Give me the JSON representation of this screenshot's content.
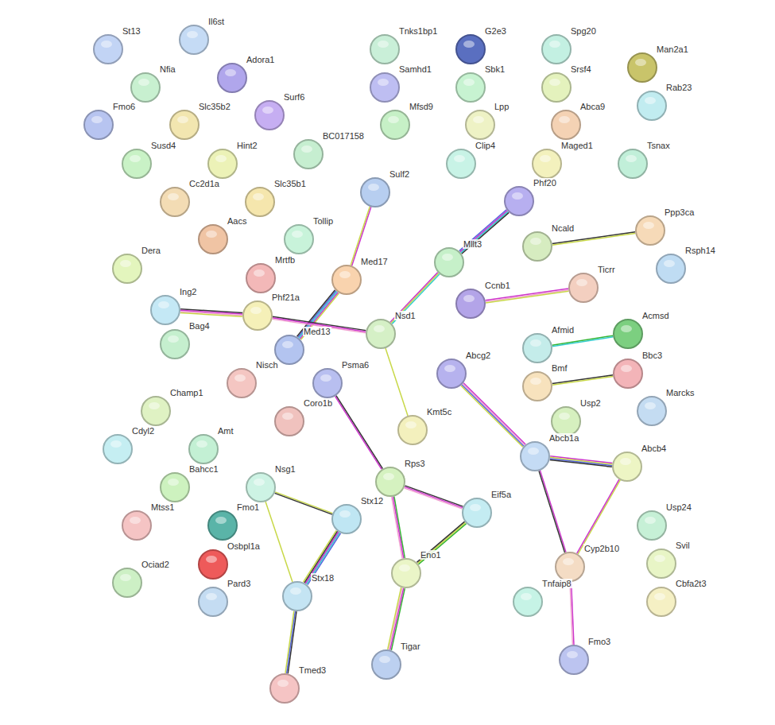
{
  "diagram": {
    "nodes": [
      {
        "text": [
          "St13"
        ]
      },
      {
        "text": [
          "Il6st"
        ]
      },
      {
        "text": [
          "Nfia"
        ]
      },
      {
        "text": [
          "Adora1"
        ]
      },
      {
        "text": [
          "Fmo6"
        ]
      },
      {
        "text": [
          "Slc35b2"
        ]
      },
      {
        "text": [
          "Surf6"
        ]
      },
      {
        "text": [
          "Susd4"
        ]
      },
      {
        "text": [
          "Hint2"
        ]
      },
      {
        "text": [
          "BC017158"
        ]
      },
      {
        "text": [
          "Cc2d1a"
        ]
      },
      {
        "text": [
          "Slc35b1"
        ]
      },
      {
        "text": [
          "Aacs"
        ]
      },
      {
        "text": [
          "Tollip"
        ]
      },
      {
        "text": [
          "Dera"
        ]
      },
      {
        "text": [
          "Mrtfb"
        ]
      },
      {
        "text": [
          "Med17"
        ]
      },
      {
        "text": [
          "Sulf2"
        ]
      },
      {
        "text": [
          "Tnks1bp1"
        ]
      },
      {
        "text": [
          "Samhd1"
        ]
      },
      {
        "text": [
          "Mfsd9"
        ]
      },
      {
        "text": [
          "G2e3"
        ]
      },
      {
        "text": [
          "Sbk1"
        ]
      },
      {
        "text": [
          "Lpp"
        ]
      },
      {
        "text": [
          "Clip4"
        ]
      },
      {
        "text": [
          "Spg20"
        ]
      },
      {
        "text": [
          "Srsf4"
        ]
      },
      {
        "text": [
          "Abca9"
        ]
      },
      {
        "text": [
          "Maged1"
        ]
      },
      {
        "text": [
          "Man2a1"
        ]
      },
      {
        "text": [
          "Rab23"
        ]
      },
      {
        "text": [
          "Tsnax"
        ]
      },
      {
        "text": [
          "Phf20"
        ]
      },
      {
        "text": [
          "Mllt3"
        ]
      },
      {
        "text": [
          "Ppp3ca"
        ]
      },
      {
        "text": [
          "Ncald"
        ]
      },
      {
        "text": [
          "Rsph14"
        ]
      },
      {
        "text": [
          "Ccnb1"
        ]
      },
      {
        "text": [
          "Ticrr"
        ]
      },
      {
        "text": [
          "Ing2"
        ]
      },
      {
        "text": [
          "Phf21a"
        ]
      },
      {
        "text": [
          "Nsd1"
        ]
      },
      {
        "text": [
          "Med13"
        ]
      },
      {
        "text": [
          "Afmid"
        ]
      },
      {
        "text": [
          "Acmsd"
        ]
      },
      {
        "text": [
          "Bag4"
        ]
      },
      {
        "text": [
          "Nisch"
        ]
      },
      {
        "text": [
          "Psma6"
        ]
      },
      {
        "text": [
          "Abcg2"
        ]
      },
      {
        "text": [
          "Bmf"
        ]
      },
      {
        "text": [
          "Bbc3"
        ]
      },
      {
        "text": [
          "Marcks"
        ]
      },
      {
        "text": [
          "Coro1b"
        ]
      },
      {
        "text": [
          "Kmt5c"
        ]
      },
      {
        "text": [
          "Usp2"
        ]
      },
      {
        "text": [
          "Champ1"
        ]
      },
      {
        "text": [
          "Cdyl2"
        ]
      },
      {
        "text": [
          "Amt"
        ]
      },
      {
        "text": [
          "Abcb1a"
        ]
      },
      {
        "text": [
          "Abcb4"
        ]
      },
      {
        "text": [
          "Rps3"
        ]
      },
      {
        "text": [
          "Bahcc1"
        ]
      },
      {
        "text": [
          "Nsg1"
        ]
      },
      {
        "text": [
          "Eif5a"
        ]
      },
      {
        "text": [
          "Stx12"
        ]
      },
      {
        "text": [
          "Mtss1"
        ]
      },
      {
        "text": [
          "Fmo1"
        ]
      },
      {
        "text": [
          "Usp24"
        ]
      },
      {
        "text": [
          "Osbpl1a"
        ]
      },
      {
        "text": [
          "Ociad2"
        ]
      },
      {
        "text": [
          "Eno1"
        ]
      },
      {
        "text": [
          "Cyp2b10"
        ]
      },
      {
        "text": [
          "Svil"
        ]
      },
      {
        "text": [
          "Pard3"
        ]
      },
      {
        "text": [
          "Stx18"
        ]
      },
      {
        "text": [
          "Tnfaip8"
        ]
      },
      {
        "text": [
          "Cbfa2t3"
        ]
      },
      {
        "text": [
          "Tigar"
        ]
      },
      {
        "text": [
          "Fmo3"
        ]
      },
      {
        "text": [
          "Tmed3"
        ]
      }
    ],
    "edges": [
      {
        "from": 17,
        "to": 16,
        "arrow": "none"
      },
      {
        "from": 16,
        "to": 42,
        "arrow": "none"
      },
      {
        "from": 39,
        "to": 40,
        "arrow": "none"
      },
      {
        "from": 40,
        "to": 41,
        "arrow": "none"
      },
      {
        "from": 41,
        "to": 33,
        "arrow": "none"
      },
      {
        "from": 33,
        "to": 32,
        "arrow": "none"
      },
      {
        "from": 41,
        "to": 53,
        "arrow": "none"
      },
      {
        "from": 35,
        "to": 34,
        "arrow": "none"
      },
      {
        "from": 37,
        "to": 38,
        "arrow": "none"
      },
      {
        "from": 43,
        "to": 44,
        "arrow": "none"
      },
      {
        "from": 49,
        "to": 50,
        "arrow": "none"
      },
      {
        "from": 48,
        "to": 58,
        "arrow": "none"
      },
      {
        "from": 58,
        "to": 59,
        "arrow": "none"
      },
      {
        "from": 58,
        "to": 71,
        "arrow": "none"
      },
      {
        "from": 59,
        "to": 71,
        "arrow": "none"
      },
      {
        "from": 71,
        "to": 78,
        "arrow": "none"
      },
      {
        "from": 47,
        "to": 60,
        "arrow": "none"
      },
      {
        "from": 60,
        "to": 63,
        "arrow": "none"
      },
      {
        "from": 60,
        "to": 70,
        "arrow": "none"
      },
      {
        "from": 63,
        "to": 70,
        "arrow": "none"
      },
      {
        "from": 70,
        "to": 77,
        "arrow": "none"
      },
      {
        "from": 62,
        "to": 64,
        "arrow": "none"
      },
      {
        "from": 62,
        "to": 74,
        "arrow": "none"
      },
      {
        "from": 64,
        "to": 74,
        "arrow": "none"
      },
      {
        "from": 74,
        "to": 79,
        "arrow": "none"
      }
    ]
  }
}
